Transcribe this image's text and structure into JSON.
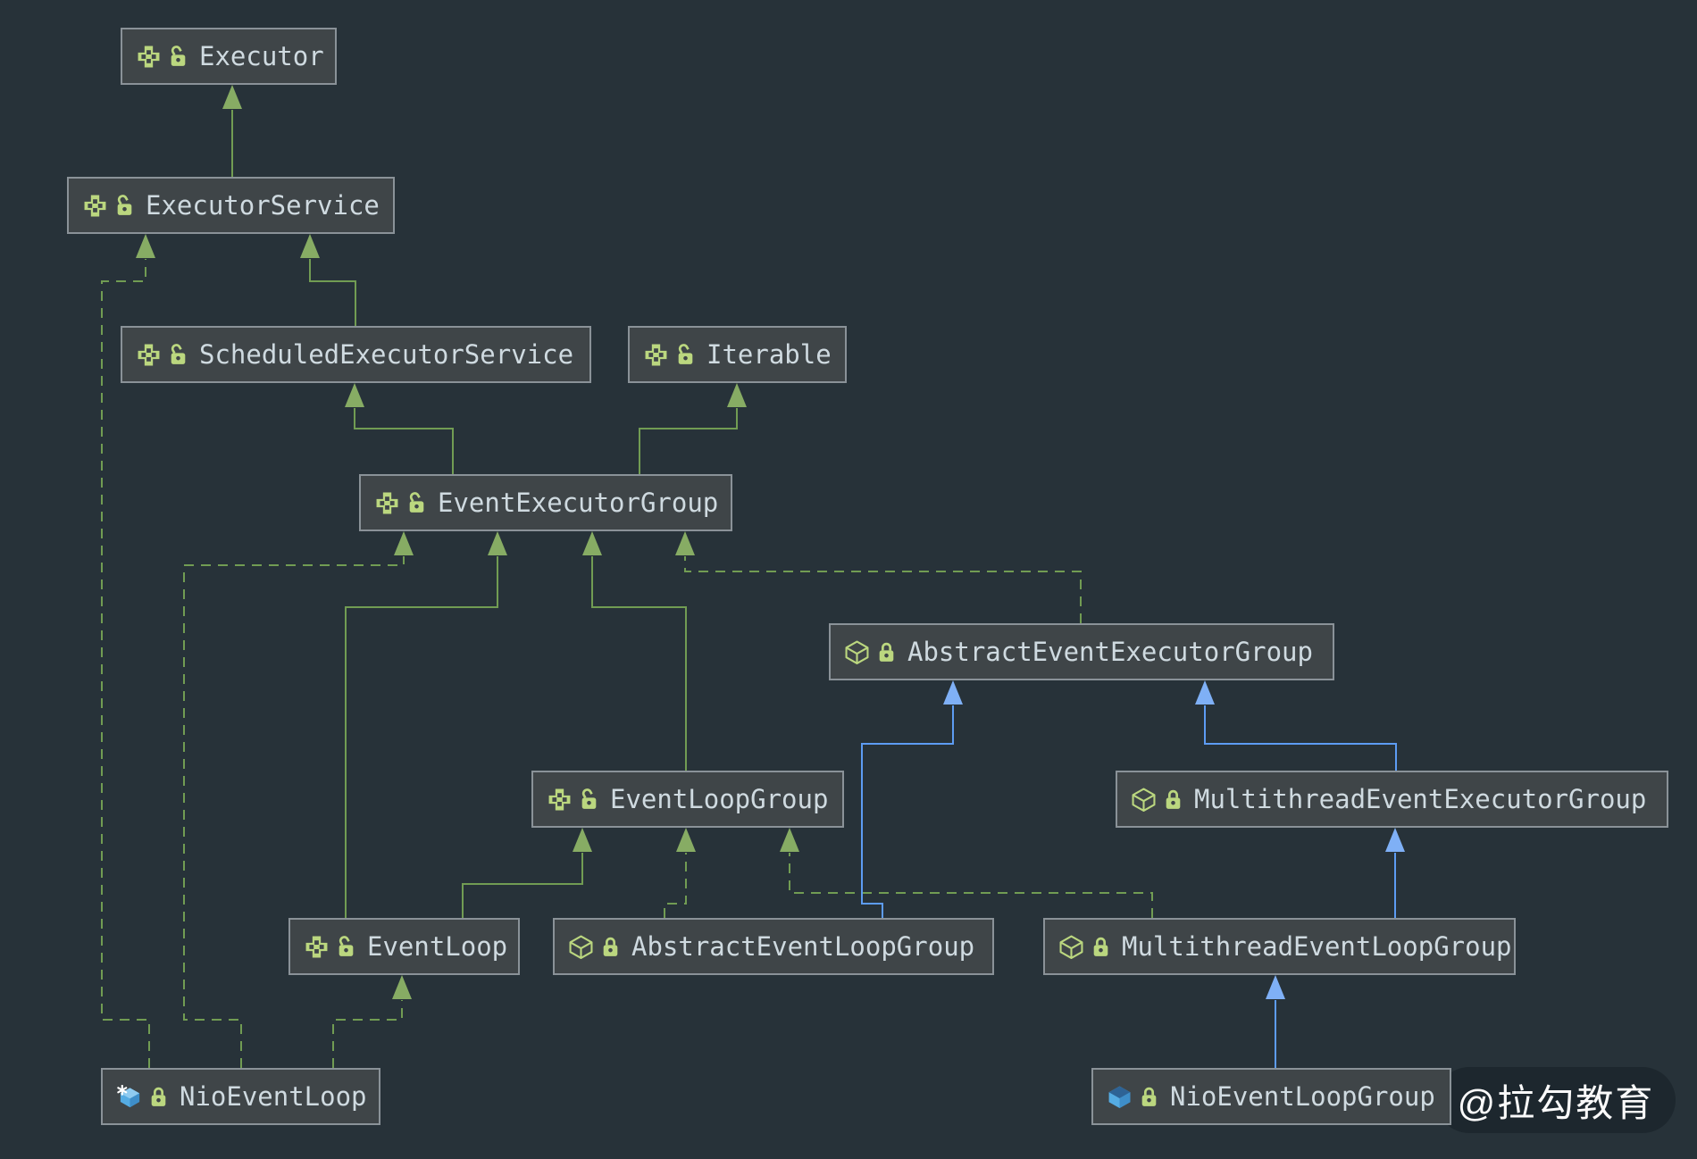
{
  "diagram": {
    "title": "Netty EventLoop class hierarchy UML diagram",
    "watermark": "@拉勾教育",
    "colors": {
      "background": "#273239",
      "node_fill": "#3F4548",
      "node_border": "#8A9298",
      "node_text": "#CFDAE0",
      "interface_icon_green": "#BBD77F",
      "class_icon_blue": "#55ACE3",
      "edge_green": "#719C53",
      "edge_blue": "#5D9CF3",
      "watermark_bg": "#1D272E",
      "watermark_text": "#FAFAFA"
    },
    "nodes": [
      {
        "id": "executor",
        "label": "Executor",
        "kind": "interface",
        "icon": "interface-icon",
        "lock": "open"
      },
      {
        "id": "executor-service",
        "label": "ExecutorService",
        "kind": "interface",
        "icon": "interface-icon",
        "lock": "open"
      },
      {
        "id": "scheduled-executor-service",
        "label": "ScheduledExecutorService",
        "kind": "interface",
        "icon": "interface-icon",
        "lock": "open"
      },
      {
        "id": "iterable",
        "label": "Iterable",
        "kind": "interface",
        "icon": "interface-icon",
        "lock": "open"
      },
      {
        "id": "event-executor-group",
        "label": "EventExecutorGroup",
        "kind": "interface",
        "icon": "interface-icon",
        "lock": "open"
      },
      {
        "id": "abstract-event-executor-group",
        "label": "AbstractEventExecutorGroup",
        "kind": "abstract-class",
        "icon": "class-cube-outline-icon",
        "lock": "closed"
      },
      {
        "id": "event-loop-group",
        "label": "EventLoopGroup",
        "kind": "interface",
        "icon": "interface-icon",
        "lock": "open"
      },
      {
        "id": "multithread-event-executor-group",
        "label": "MultithreadEventExecutorGroup",
        "kind": "abstract-class",
        "icon": "class-cube-outline-icon",
        "lock": "closed"
      },
      {
        "id": "event-loop",
        "label": "EventLoop",
        "kind": "interface",
        "icon": "interface-icon",
        "lock": "open"
      },
      {
        "id": "abstract-event-loop-group",
        "label": "AbstractEventLoopGroup",
        "kind": "abstract-class",
        "icon": "class-cube-outline-icon",
        "lock": "closed"
      },
      {
        "id": "multithread-event-loop-group",
        "label": "MultithreadEventLoopGroup",
        "kind": "abstract-class",
        "icon": "class-cube-outline-icon",
        "lock": "closed"
      },
      {
        "id": "nio-event-loop",
        "label": "NioEventLoop",
        "kind": "final-class",
        "icon": "class-cube-blue-final-icon",
        "lock": "closed"
      },
      {
        "id": "nio-event-loop-group",
        "label": "NioEventLoopGroup",
        "kind": "class",
        "icon": "class-cube-blue-icon",
        "lock": "closed"
      }
    ],
    "edges": [
      {
        "from": "executor-service",
        "to": "executor",
        "relation": "extends",
        "style": "solid-green"
      },
      {
        "from": "scheduled-executor-service",
        "to": "executor-service",
        "relation": "extends",
        "style": "solid-green"
      },
      {
        "from": "event-executor-group",
        "to": "scheduled-executor-service",
        "relation": "extends",
        "style": "solid-green"
      },
      {
        "from": "event-executor-group",
        "to": "iterable",
        "relation": "extends",
        "style": "solid-green"
      },
      {
        "from": "event-loop",
        "to": "event-executor-group",
        "relation": "extends",
        "style": "solid-green"
      },
      {
        "from": "event-loop-group",
        "to": "event-executor-group",
        "relation": "extends",
        "style": "solid-green"
      },
      {
        "from": "event-loop",
        "to": "event-loop-group",
        "relation": "extends",
        "style": "solid-green"
      },
      {
        "from": "nio-event-loop",
        "to": "executor-service",
        "relation": "implements",
        "style": "dashed-green"
      },
      {
        "from": "nio-event-loop",
        "to": "event-executor-group",
        "relation": "implements",
        "style": "dashed-green"
      },
      {
        "from": "nio-event-loop",
        "to": "event-loop",
        "relation": "implements",
        "style": "dashed-green"
      },
      {
        "from": "abstract-event-executor-group",
        "to": "event-executor-group",
        "relation": "implements",
        "style": "dashed-green"
      },
      {
        "from": "abstract-event-loop-group",
        "to": "event-loop-group",
        "relation": "implements",
        "style": "dashed-green"
      },
      {
        "from": "multithread-event-loop-group",
        "to": "event-loop-group",
        "relation": "implements",
        "style": "dashed-green"
      },
      {
        "from": "abstract-event-loop-group",
        "to": "abstract-event-executor-group",
        "relation": "extends",
        "style": "solid-blue"
      },
      {
        "from": "multithread-event-executor-group",
        "to": "abstract-event-executor-group",
        "relation": "extends",
        "style": "solid-blue"
      },
      {
        "from": "multithread-event-loop-group",
        "to": "multithread-event-executor-group",
        "relation": "extends",
        "style": "solid-blue"
      },
      {
        "from": "nio-event-loop-group",
        "to": "multithread-event-loop-group",
        "relation": "extends",
        "style": "solid-blue"
      }
    ]
  }
}
